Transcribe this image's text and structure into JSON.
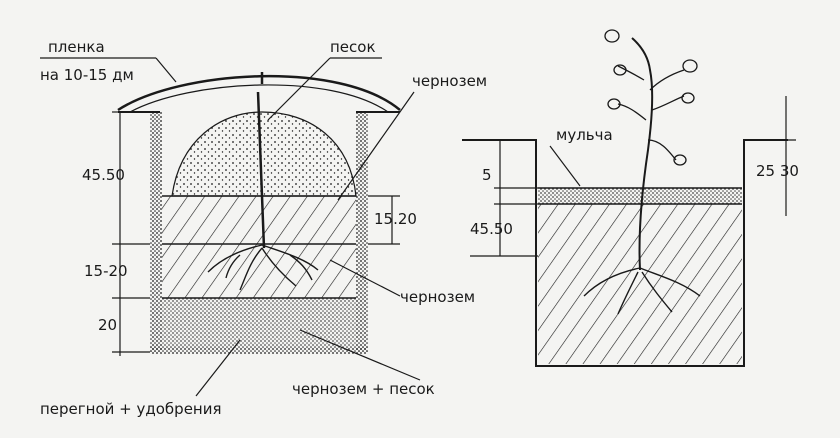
{
  "left_diagram": {
    "labels": {
      "film": "пленка",
      "film_height": "на 10-15 дм",
      "sand": "песок",
      "chernozem_top": "чернозем",
      "chernozem_mid": "чернозем",
      "chernozem_sand": "чернозем + песок",
      "humus_fertilizer": "перегной + удобрения"
    },
    "dimensions": {
      "depth_total": "45.50",
      "layer_right": "15.20",
      "layer_left": "15-20",
      "bottom": "20"
    }
  },
  "right_diagram": {
    "labels": {
      "mulch": "мульча"
    },
    "dimensions": {
      "mulch_thickness": "5",
      "depth": "45.50",
      "below_ground": "25 30"
    }
  },
  "colors": {
    "ink": "#1a1a1a",
    "paper": "#f4f4f2"
  }
}
